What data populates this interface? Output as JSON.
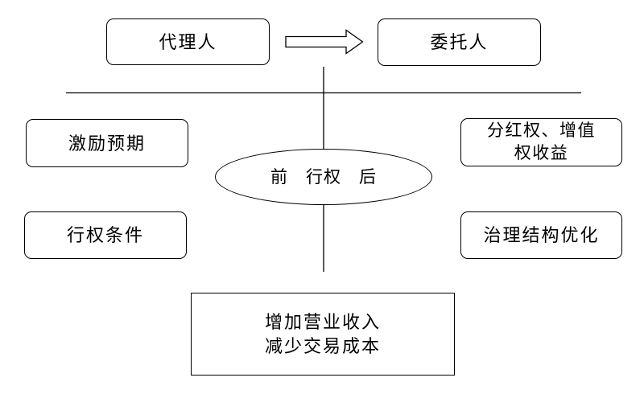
{
  "diagram": {
    "top_row": {
      "agent_label": "代理人",
      "principal_label": "委托人",
      "arrow_icon": "block-arrow-right"
    },
    "left_column": {
      "incentive_label": "激励预期",
      "conditions_label": "行权条件"
    },
    "right_column": {
      "dividend_line1": "分红权、增值",
      "dividend_line2": "权收益",
      "governance_label": "治理结构优化"
    },
    "center_ellipse": {
      "timeline_label": "前　行权　后"
    },
    "bottom_box": {
      "line1": "增加营业收入",
      "line2": "减少交易成本"
    },
    "colors": {
      "line": "#000000",
      "text": "#000000",
      "background": "#ffffff"
    }
  }
}
